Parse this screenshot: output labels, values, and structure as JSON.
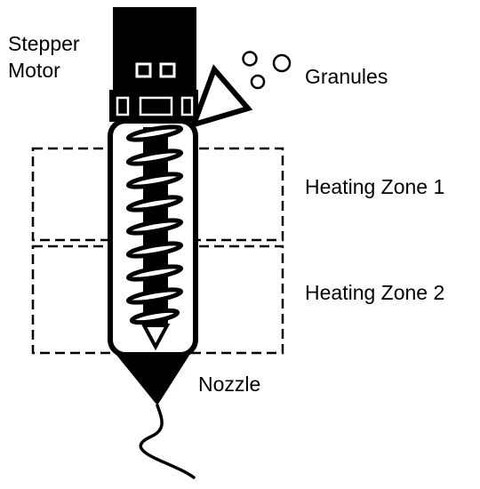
{
  "labels": {
    "stepper_motor_line1": "Stepper",
    "stepper_motor_line2": "Motor",
    "granules": "Granules",
    "heating_zone_1": "Heating Zone 1",
    "heating_zone_2": "Heating Zone 2",
    "nozzle": "Nozzle"
  },
  "colors": {
    "ink": "#000000",
    "background": "#ffffff"
  }
}
